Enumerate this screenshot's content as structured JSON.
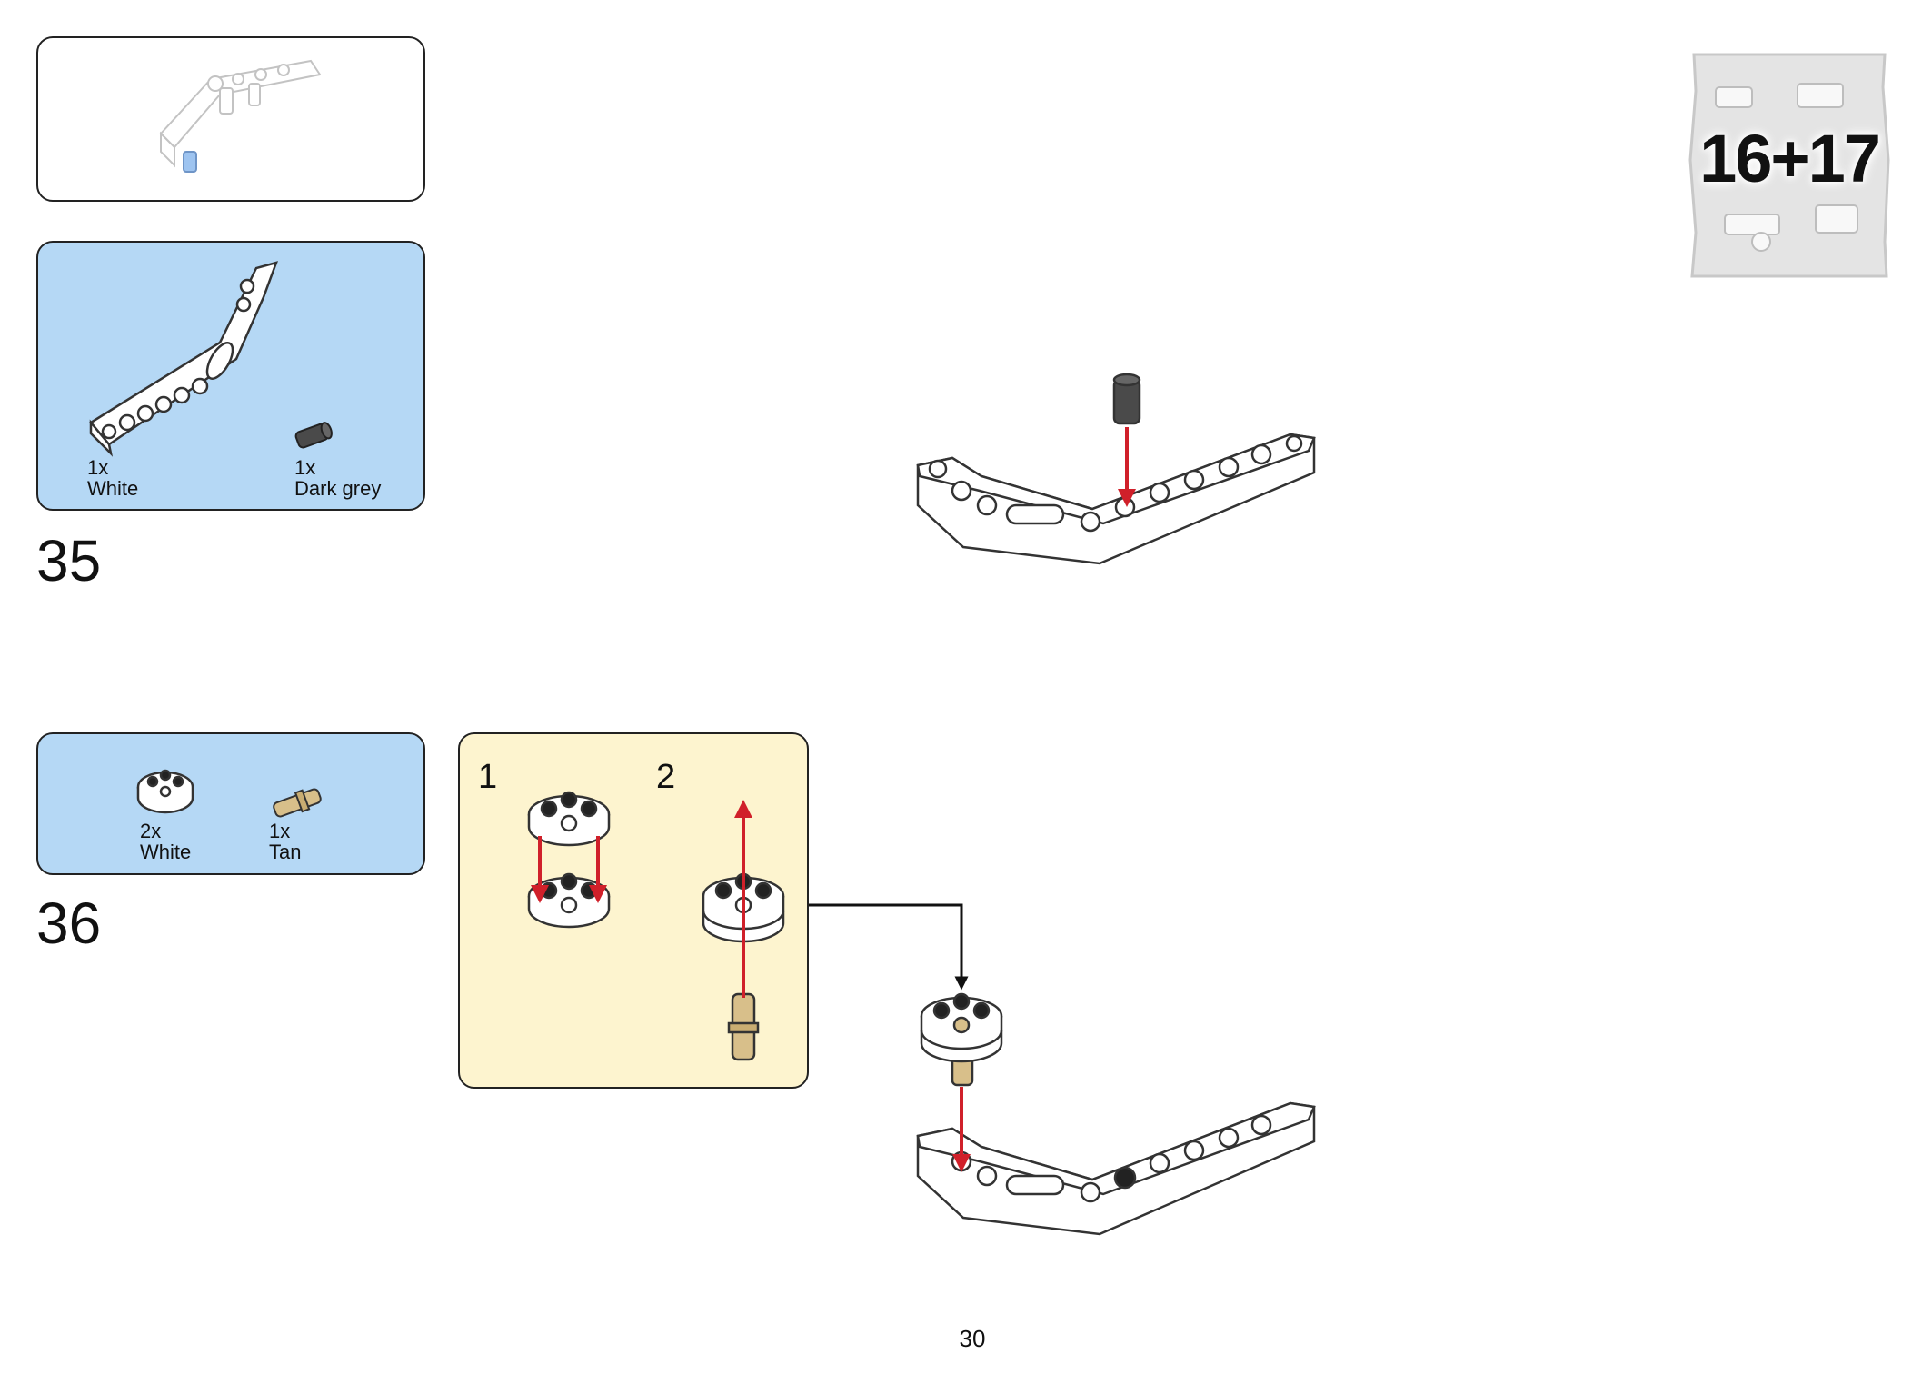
{
  "bag": {
    "label": "16+17"
  },
  "steps": [
    {
      "number": "35",
      "parts": [
        {
          "qty": "1x",
          "color": "White",
          "icon": "bent-liftarm-icon"
        },
        {
          "qty": "1x",
          "color": "Dark grey",
          "icon": "connector-peg-icon"
        }
      ]
    },
    {
      "number": "36",
      "parts": [
        {
          "qty": "2x",
          "color": "White",
          "icon": "round-plate-icon"
        },
        {
          "qty": "1x",
          "color": "Tan",
          "icon": "axle-pin-icon"
        }
      ],
      "substeps": [
        "1",
        "2"
      ]
    }
  ],
  "page": {
    "number": "30"
  },
  "colors": {
    "parts_panel": "#b5d8f5",
    "substep_panel": "#fdf4cf",
    "arrow_red": "#d0202a",
    "white_part": "#ffffff",
    "dark_grey_part": "#555555",
    "tan_part": "#d8bf8a"
  }
}
